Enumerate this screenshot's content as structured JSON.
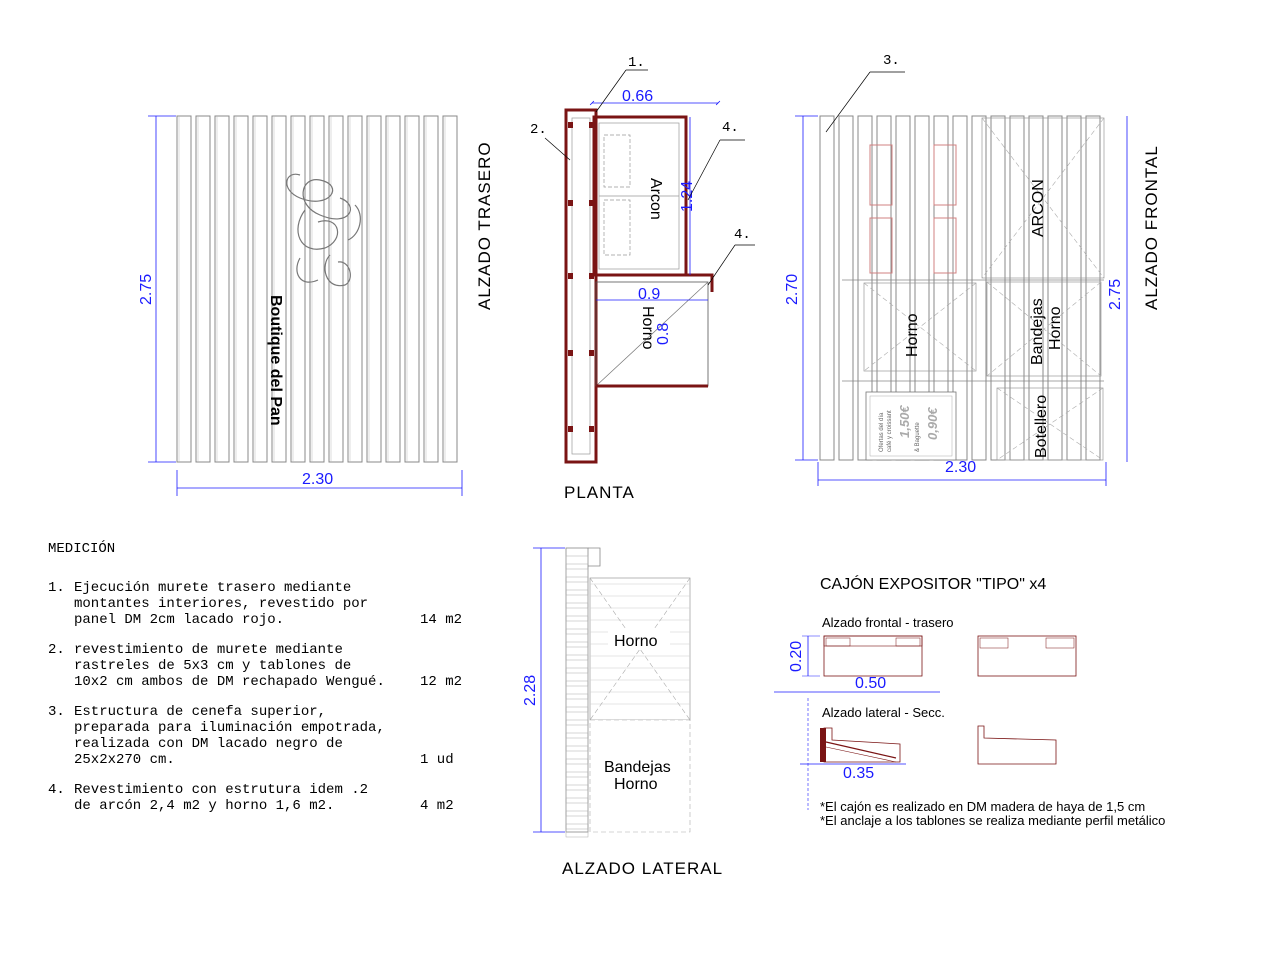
{
  "views": {
    "rear": {
      "title": "ALZADO TRASERO",
      "dim_w": "2.30",
      "dim_h": "2.75",
      "brand": "Boutique del Pan"
    },
    "plan": {
      "title": "PLANTA",
      "dim_top": "0.66",
      "dim_arcon": "1.24",
      "dim_horno_w": "0.9",
      "dim_horno_d": "0.8",
      "label_arcon": "Arcon",
      "label_horno": "Horno"
    },
    "front": {
      "title": "ALZADO FRONTAL",
      "dim_w": "2.30",
      "dim_h_left": "2.70",
      "dim_h_right": "2.75",
      "label_arcon": "ARCON",
      "label_horno": "Horno",
      "label_bandejas_1": "Bandejas",
      "label_bandejas_2": "Horno",
      "label_botellero": "Botellero",
      "sign_1": "Ofertas del día",
      "sign_2": "café y croissant",
      "sign_3": "1,50€",
      "sign_4": "& Baguette",
      "sign_5": "0,90€"
    },
    "side": {
      "title": "ALZADO LATERAL",
      "dim_h": "2.28",
      "label_horno": "Horno",
      "label_bandejas_1": "Bandejas",
      "label_bandejas_2": "Horno"
    }
  },
  "callouts": {
    "c1": "1.",
    "c2": "2.",
    "c3": "3.",
    "c4a": "4.",
    "c4b": "4."
  },
  "medicion": {
    "title": "MEDICIÓN",
    "items": [
      {
        "num": "1.",
        "lines": [
          "Ejecución murete trasero mediante",
          "montantes interiores, revestido por",
          "panel DM 2cm lacado rojo."
        ],
        "qty": "14 m2"
      },
      {
        "num": "2.",
        "lines": [
          "revestimiento de murete mediante",
          "rastreles de 5x3 cm y tablones de",
          "10x2 cm ambos de DM rechapado Wengué."
        ],
        "qty": "12 m2"
      },
      {
        "num": "3.",
        "lines": [
          "Estructura de cenefa superior,",
          "preparada para iluminación empotrada,",
          "realizada con DM lacado negro de",
          "25x2x270 cm."
        ],
        "qty": "1 ud"
      },
      {
        "num": "4.",
        "lines": [
          "Revestimiento con estrutura idem .2",
          "de arcón 2,4 m2 y horno 1,6 m2."
        ],
        "qty": "4 m2"
      }
    ]
  },
  "cajon": {
    "title": "CAJÓN EXPOSITOR \"TIPO\" x4",
    "sub_front": "Alzado frontal - trasero",
    "sub_side": "Alzado lateral - Secc.",
    "dim_h": "0.20",
    "dim_w": "0.50",
    "dim_d": "0.35",
    "note_1": "*El cajón es realizado en DM madera de haya de 1,5 cm",
    "note_2": "*El anclaje a los tablones se realiza mediante perfil metálico"
  }
}
